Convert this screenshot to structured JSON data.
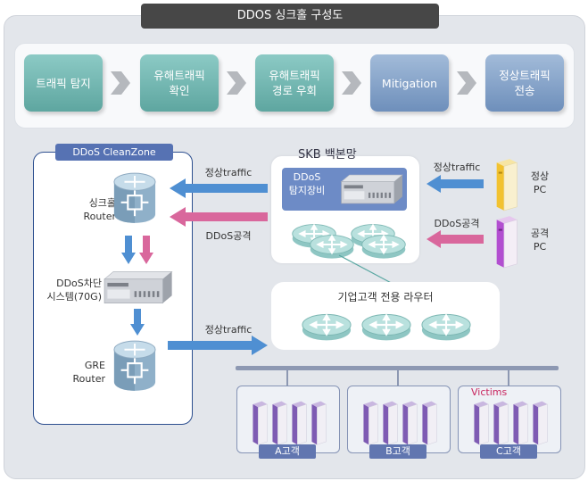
{
  "title": "DDOS 싱크홀 구성도",
  "flow_steps": [
    {
      "label": "트래픽 탐지",
      "color": "teal"
    },
    {
      "label": "유해트래픽\n확인",
      "color": "teal"
    },
    {
      "label": "유해트래픽\n경로 우회",
      "color": "teal"
    },
    {
      "label": "Mitigation",
      "color": "blue"
    },
    {
      "label": "정상트래픽\n전송",
      "color": "blue"
    }
  ],
  "clean_zone": {
    "label": "DDoS CleanZone",
    "sinkhole_router": "싱크홀\nRouter",
    "ddos_block_system": "DDoS차단\n시스템(70G)",
    "gre_router": "GRE\nRouter"
  },
  "skb": {
    "title": "SKB 백본망",
    "detect_device": "DDoS\n탐지장비"
  },
  "corp_router": {
    "title": "기업고객 전용 라우터"
  },
  "arrows": {
    "normal_traffic_top": "정상traffic",
    "ddos_attack_left": "DDoS공격",
    "normal_traffic_right": "정상traffic",
    "ddos_attack_right": "DDoS공격",
    "normal_traffic_bottom": "정상traffic"
  },
  "pcs": {
    "normal_pc": "정상\nPC",
    "attack_pc": "공격\nPC"
  },
  "customers": [
    {
      "label": "A고객"
    },
    {
      "label": "B고객"
    },
    {
      "label": "C고객",
      "victims": "Victims"
    }
  ],
  "colors": {
    "teal_step": "#6fb4ae",
    "blue_step": "#84a2c9",
    "normal_arrow": "#4f8fd2",
    "attack_arrow": "#d9679c",
    "frame": "#2d4f8f"
  }
}
